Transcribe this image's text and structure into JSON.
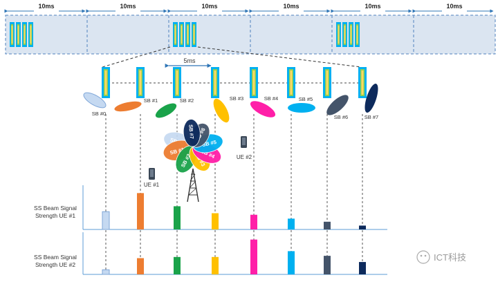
{
  "frame_labels": [
    "10ms",
    "10ms",
    "10ms",
    "10ms",
    "10ms",
    "10ms"
  ],
  "burst_label": "5ms",
  "beams": [
    {
      "label": "SB #0",
      "color": "#c5d9f1",
      "ue1": 0.46,
      "ue2": 0.12
    },
    {
      "label": "SB #1",
      "color": "#ed7d31",
      "ue1": 0.94,
      "ue2": 0.42
    },
    {
      "label": "SB #2",
      "color": "#1aa34a",
      "ue1": 0.6,
      "ue2": 0.45
    },
    {
      "label": "SB #3",
      "color": "#ffc000",
      "ue1": 0.42,
      "ue2": 0.45
    },
    {
      "label": "SB #4",
      "color": "#ff1fa8",
      "ue1": 0.38,
      "ue2": 0.9
    },
    {
      "label": "SB #5",
      "color": "#00b0f0",
      "ue1": 0.28,
      "ue2": 0.6
    },
    {
      "label": "SB #6",
      "color": "#44546a",
      "ue1": 0.2,
      "ue2": 0.48
    },
    {
      "label": "SB #7",
      "color": "#0d2a5c",
      "ue1": 0.1,
      "ue2": 0.32
    }
  ],
  "ue_labels": {
    "ue1": "UE #1",
    "ue2": "UE #2"
  },
  "chart_labels": {
    "ue1_line1": "SS Beam Signal",
    "ue1_line2": "Strength  UE #1",
    "ue2_line1": "SS Beam Signal",
    "ue2_line2": "Strength  UE #2"
  },
  "watermark": "ICT科技"
}
